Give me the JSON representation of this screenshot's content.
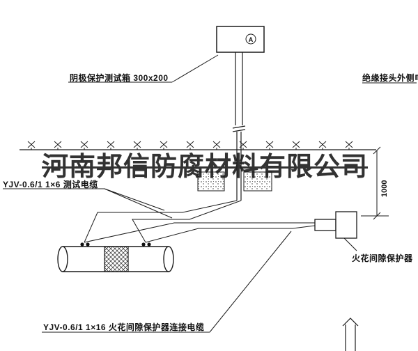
{
  "drawing": {
    "watermark": "河南邦信防腐材料有限公司",
    "meter_symbol": "A",
    "labels": {
      "test_box": "阴极保护测试箱 300x200",
      "outer_cable": "绝缘接头外侧电缆",
      "test_cable": "YJV-0.6/1 1×6  测试电缆",
      "spark_gap_protector": "火花间隙保护器",
      "connection_cable": "YJV-0.6/1 1×16  火花间隙保护器连接电缆"
    },
    "dimensions": {
      "riser_height": "1000"
    },
    "colors": {
      "line": "#1a1a1a",
      "background": "#ffffff"
    }
  }
}
